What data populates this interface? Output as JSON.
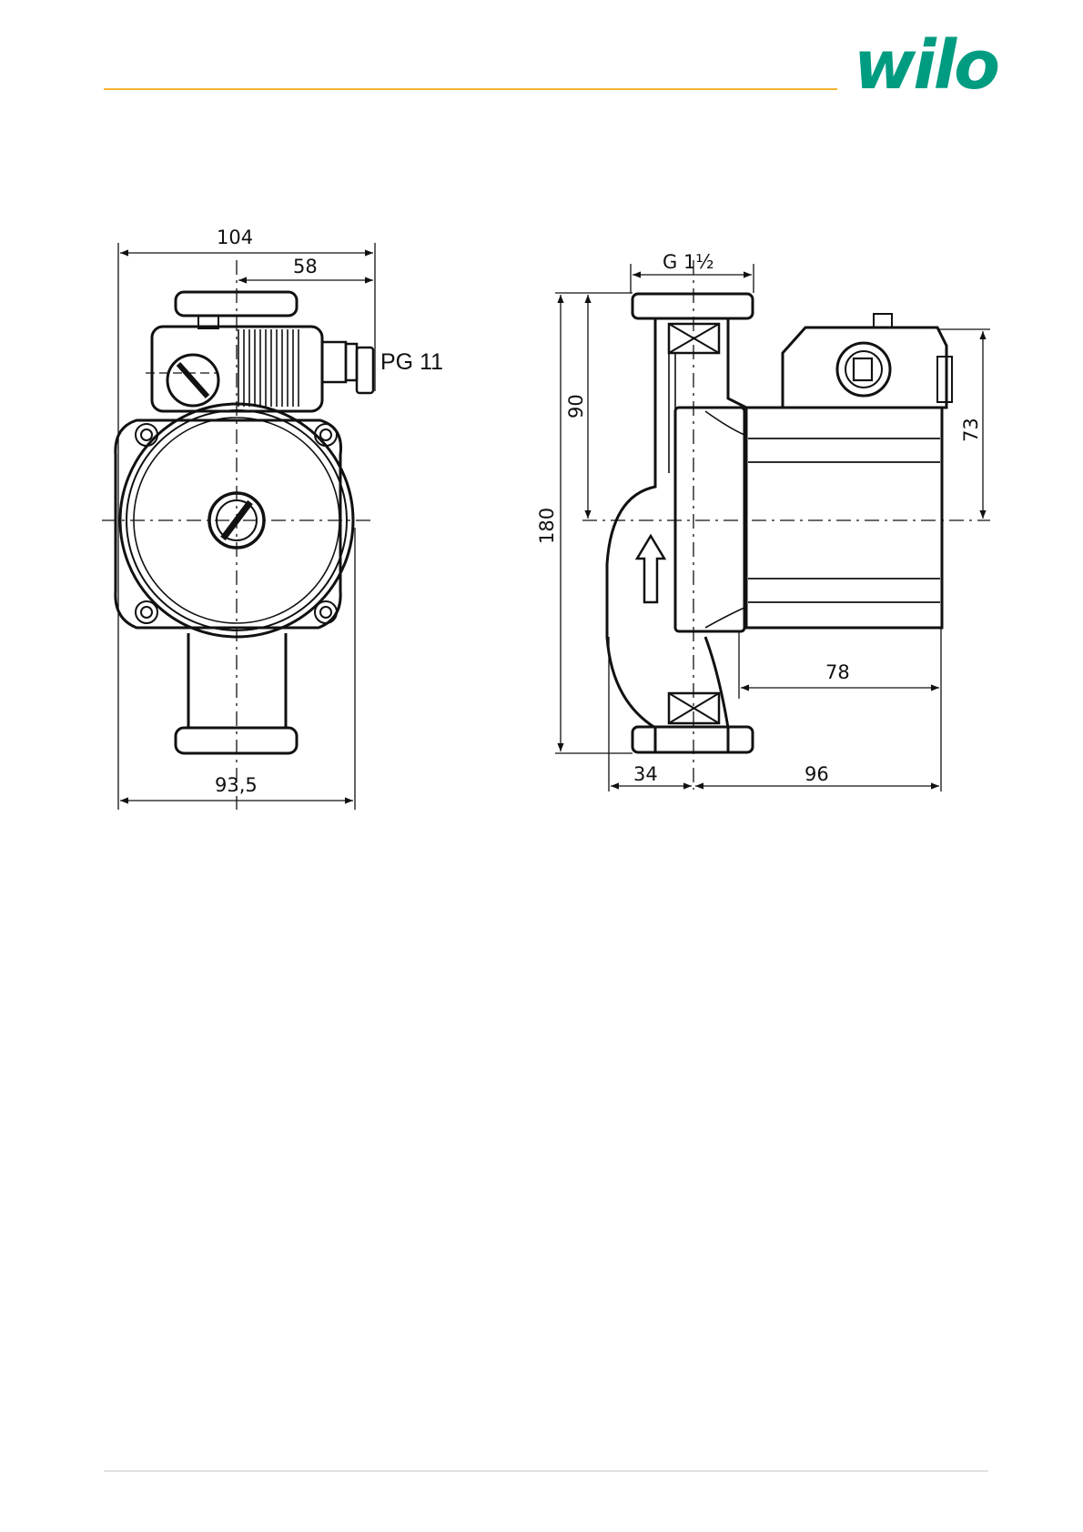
{
  "brand": {
    "name": "wilo",
    "color": "#009c82"
  },
  "header_rule_color": "#f5b333",
  "footer_rule_color": "#d8d8d8",
  "front_view": {
    "dim_overall_width": "104",
    "dim_half_width": "58",
    "dim_base_width": "93,5",
    "cable_gland_label": "PG 11"
  },
  "side_view": {
    "dim_thread": "G 1½",
    "dim_center_height": "90",
    "dim_total_height": "180",
    "dim_box_height": "73",
    "dim_motor_length": "78",
    "dim_inlet_offset": "34",
    "dim_body_length": "96"
  }
}
